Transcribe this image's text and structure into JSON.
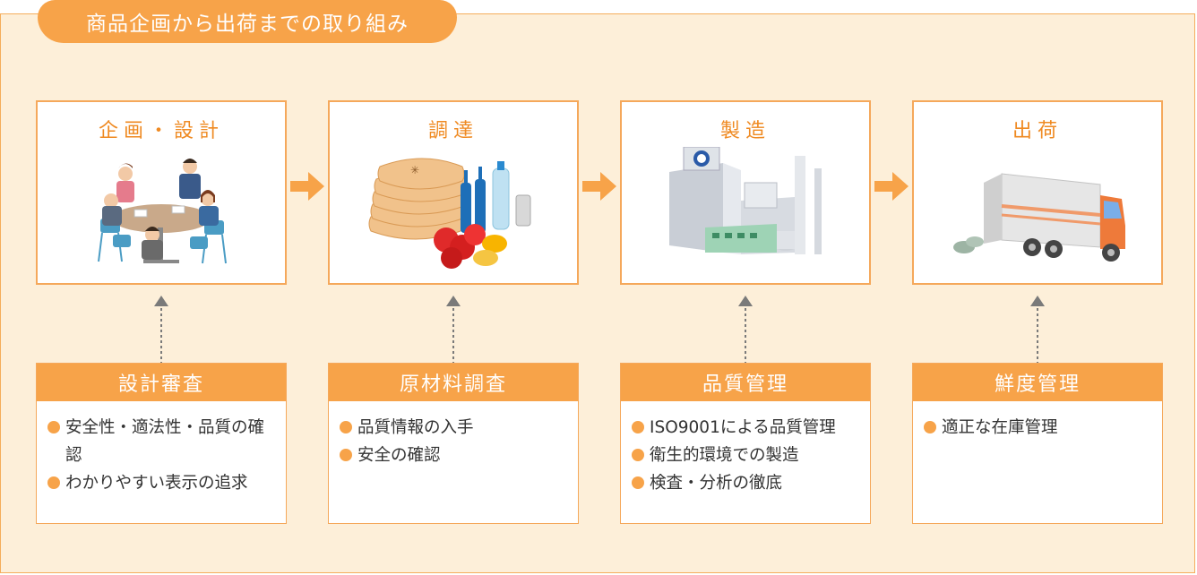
{
  "header": {
    "title": "商品企画から出荷までの取り組み"
  },
  "steps": [
    {
      "title": "企画・設計",
      "illustration": "meeting-illustration"
    },
    {
      "title": "調達",
      "illustration": "materials-illustration"
    },
    {
      "title": "製造",
      "illustration": "factory-illustration"
    },
    {
      "title": "出荷",
      "illustration": "truck-illustration"
    }
  ],
  "cards": [
    {
      "title": "設計審査",
      "items": [
        "安全性・適法性・品質の確認",
        "わかりやすい表示の追求"
      ]
    },
    {
      "title": "原材料調査",
      "items": [
        "品質情報の入手",
        "安全の確認"
      ]
    },
    {
      "title": "品質管理",
      "items": [
        "ISO9001による品質管理",
        "衛生的環境での製造",
        "検査・分析の徹底"
      ]
    },
    {
      "title": "鮮度管理",
      "items": [
        "適正な在庫管理"
      ]
    }
  ],
  "colors": {
    "accent": "#f7a349",
    "border": "#f5a85b",
    "background": "#fdefd9",
    "dash": "#7a7a7a"
  }
}
